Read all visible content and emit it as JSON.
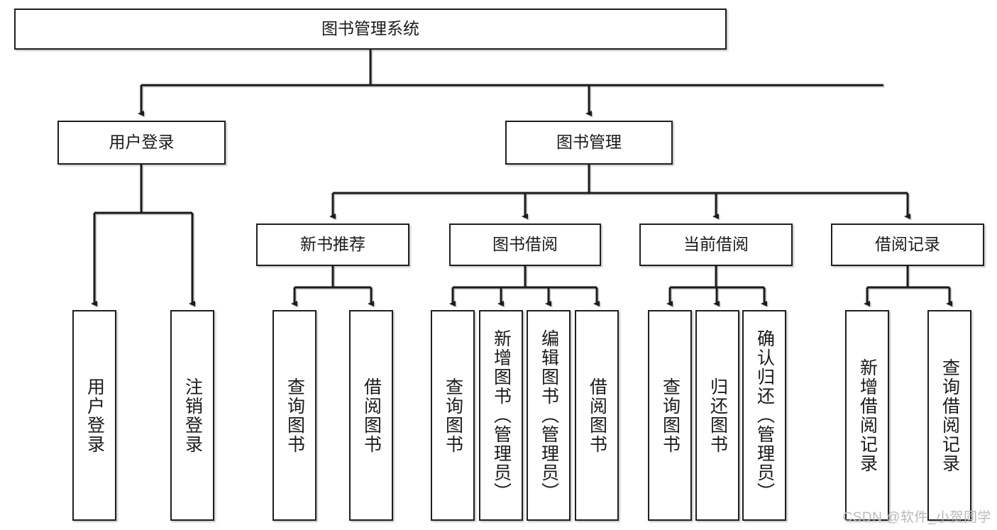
{
  "diagram": {
    "title": "图书管理系统",
    "watermark": "CSDN @软件_小贺同学",
    "colors": {
      "stroke": "#1f1f1f",
      "fill": "#ffffff",
      "text": "#1a1a1a",
      "watermark": "#b9b9b9"
    },
    "levels": {
      "root": {
        "label": "图书管理系统"
      },
      "level2": [
        {
          "label": "用户登录"
        },
        {
          "label": "图书管理"
        }
      ],
      "level3": [
        {
          "label": "新书推荐"
        },
        {
          "label": "图书借阅"
        },
        {
          "label": "当前借阅"
        },
        {
          "label": "借阅记录"
        }
      ],
      "leaves": [
        {
          "label": "用户登录"
        },
        {
          "label": "注销登录"
        },
        {
          "label": "查询图书"
        },
        {
          "label": "借阅图书"
        },
        {
          "label": "查询图书"
        },
        {
          "label": "新增图书（管理员）"
        },
        {
          "label": "编辑图书（管理员）"
        },
        {
          "label": "借阅图书"
        },
        {
          "label": "查询图书"
        },
        {
          "label": "归还图书"
        },
        {
          "label": "确认归还（管理员）"
        },
        {
          "label": "新增借阅记录"
        },
        {
          "label": "查询借阅记录"
        }
      ]
    }
  }
}
